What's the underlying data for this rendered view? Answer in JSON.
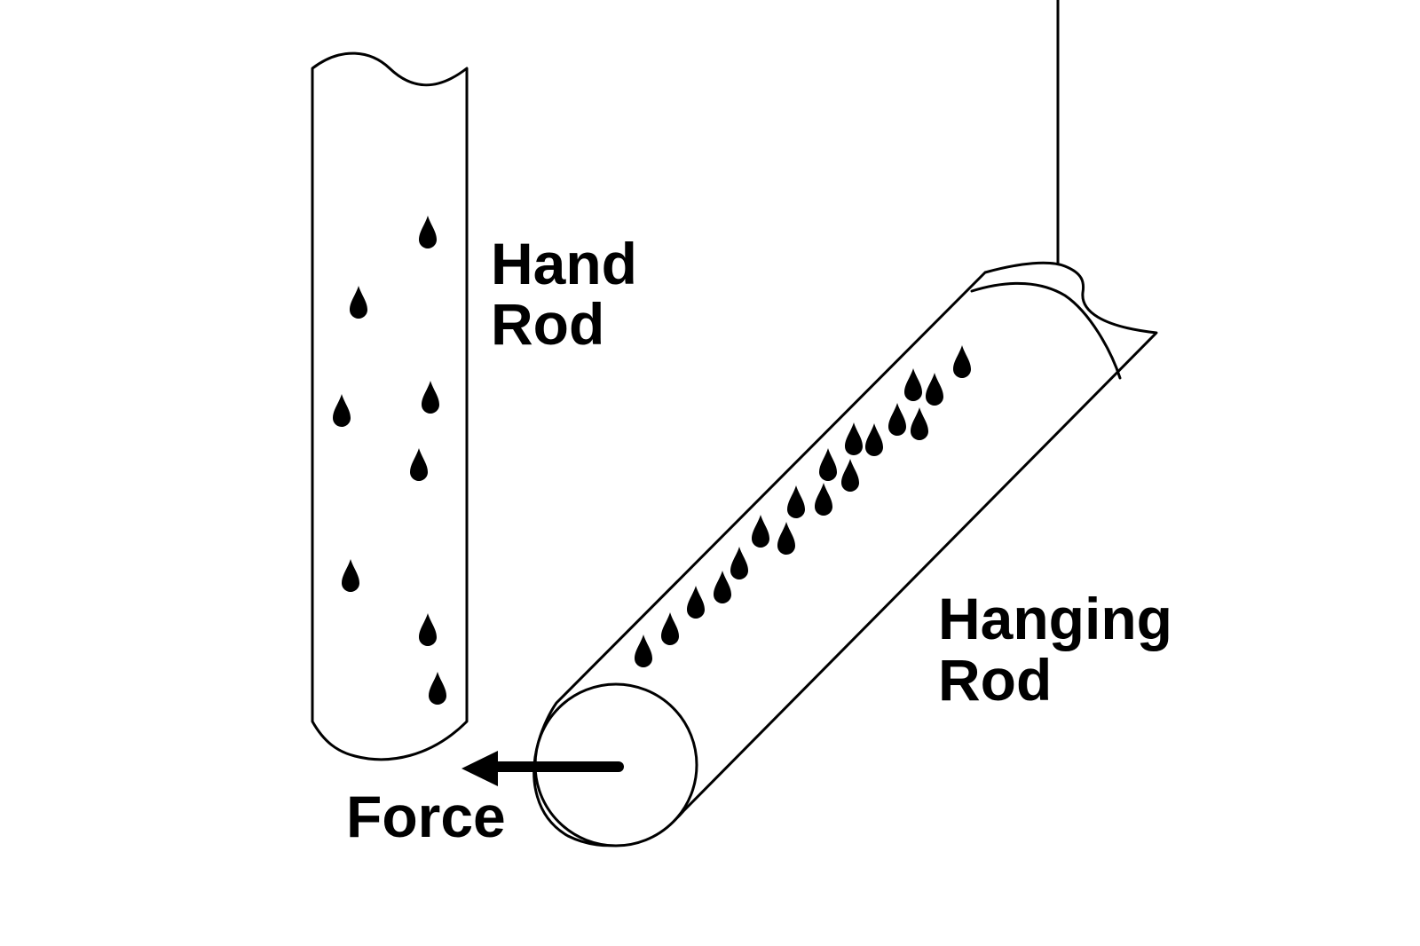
{
  "labels": {
    "hand_rod_line1": "Hand",
    "hand_rod_line2": "Rod",
    "hanging_rod_line1": "Hanging",
    "hanging_rod_line2": "Rod",
    "force": "Force"
  },
  "colors": {
    "ink": "#000000",
    "background": "#ffffff"
  }
}
